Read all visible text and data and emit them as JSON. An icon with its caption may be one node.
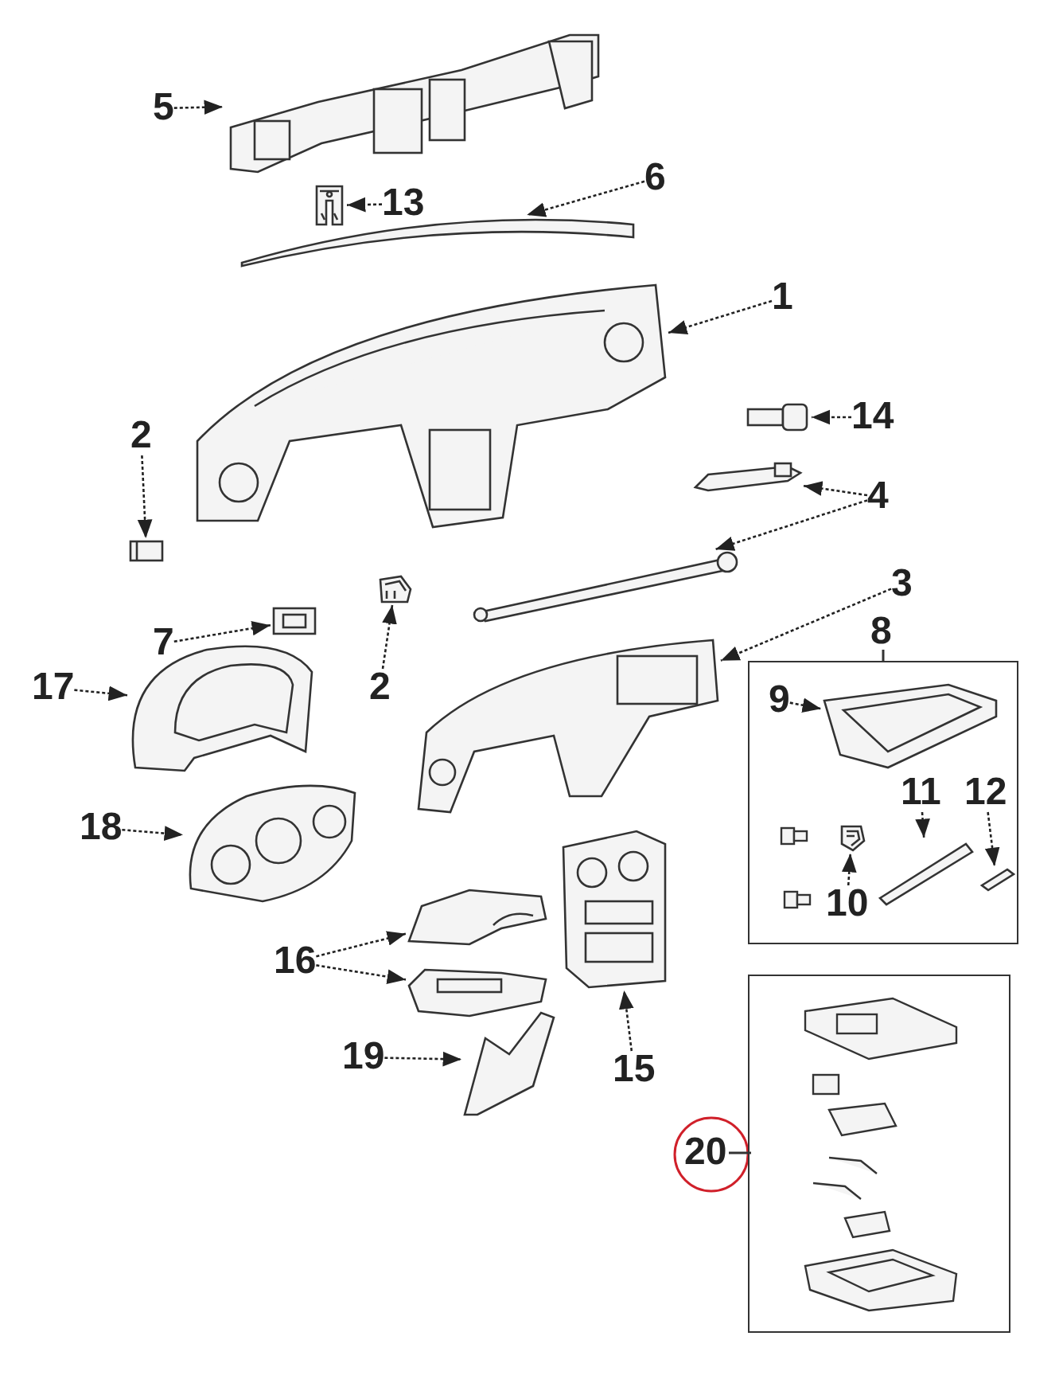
{
  "diagram": {
    "nodes": [
      {
        "text": [
          "5"
        ]
      },
      {
        "text": [],
        "shape": "picture"
      },
      {
        "text": [
          "13"
        ]
      },
      {
        "text": [],
        "shape": "picture"
      },
      {
        "text": [
          "6"
        ]
      },
      {
        "text": [],
        "shape": "picture"
      },
      {
        "text": [
          "1"
        ]
      },
      {
        "text": [],
        "shape": "picture"
      },
      {
        "text": [
          "14"
        ]
      },
      {
        "text": [],
        "shape": "picture"
      },
      {
        "text": [
          "4"
        ]
      },
      {
        "text": [],
        "shape": "picture"
      },
      {
        "text": [],
        "shape": "picture"
      },
      {
        "text": [
          "2"
        ]
      },
      {
        "text": [],
        "shape": "picture"
      },
      {
        "text": [
          "7"
        ]
      },
      {
        "text": [],
        "shape": "picture"
      },
      {
        "text": [
          "2"
        ]
      },
      {
        "text": [],
        "shape": "picture"
      },
      {
        "text": [
          "3"
        ]
      },
      {
        "text": [],
        "shape": "picture"
      },
      {
        "text": [
          "8"
        ]
      },
      {
        "text": [
          "9"
        ],
        "in": 21
      },
      {
        "text": [],
        "shape": "picture",
        "in": 21
      },
      {
        "text": [
          "10"
        ],
        "in": 21
      },
      {
        "text": [],
        "shape": "picture",
        "in": 21
      },
      {
        "text": [
          "11"
        ],
        "in": 21
      },
      {
        "text": [],
        "shape": "picture",
        "in": 21
      },
      {
        "text": [
          "12"
        ],
        "in": 21
      },
      {
        "text": [],
        "shape": "picture",
        "in": 21
      },
      {
        "text": [
          "17"
        ]
      },
      {
        "text": [],
        "shape": "picture"
      },
      {
        "text": [
          "18"
        ]
      },
      {
        "text": [],
        "shape": "picture"
      },
      {
        "text": [
          "16"
        ]
      },
      {
        "text": [],
        "shape": "picture"
      },
      {
        "text": [],
        "shape": "picture"
      },
      {
        "text": [
          "19"
        ]
      },
      {
        "text": [],
        "shape": "picture"
      },
      {
        "text": [
          "15"
        ]
      },
      {
        "text": [],
        "shape": "picture"
      },
      {
        "text": [
          "20"
        ]
      }
    ],
    "edges": [
      {
        "from": 0,
        "to": 1,
        "arrow": "to"
      },
      {
        "from": 2,
        "to": 3,
        "arrow": "to"
      },
      {
        "from": 4,
        "to": 5,
        "arrow": "to"
      },
      {
        "from": 6,
        "to": 7,
        "arrow": "to"
      },
      {
        "from": 8,
        "to": 9,
        "arrow": "to"
      },
      {
        "from": 10,
        "to": 11,
        "arrow": "to"
      },
      {
        "from": 10,
        "to": 12,
        "arrow": "to"
      },
      {
        "from": 13,
        "to": 14,
        "arrow": "to"
      },
      {
        "from": 15,
        "to": 16,
        "arrow": "to"
      },
      {
        "from": 17,
        "to": 18,
        "arrow": "to"
      },
      {
        "from": 19,
        "to": 20,
        "arrow": "to"
      },
      {
        "from": 22,
        "to": 23,
        "arrow": "to"
      },
      {
        "from": 24,
        "to": 25,
        "arrow": "to"
      },
      {
        "from": 26,
        "to": 27,
        "arrow": "to"
      },
      {
        "from": 28,
        "to": 29,
        "arrow": "to"
      },
      {
        "from": 30,
        "to": 31,
        "arrow": "to"
      },
      {
        "from": 32,
        "to": 33,
        "arrow": "to"
      },
      {
        "from": 34,
        "to": 35,
        "arrow": "to"
      },
      {
        "from": 34,
        "to": 36,
        "arrow": "to"
      },
      {
        "from": 37,
        "to": 38,
        "arrow": "to"
      },
      {
        "from": 39,
        "to": 40,
        "arrow": "to"
      }
    ]
  }
}
